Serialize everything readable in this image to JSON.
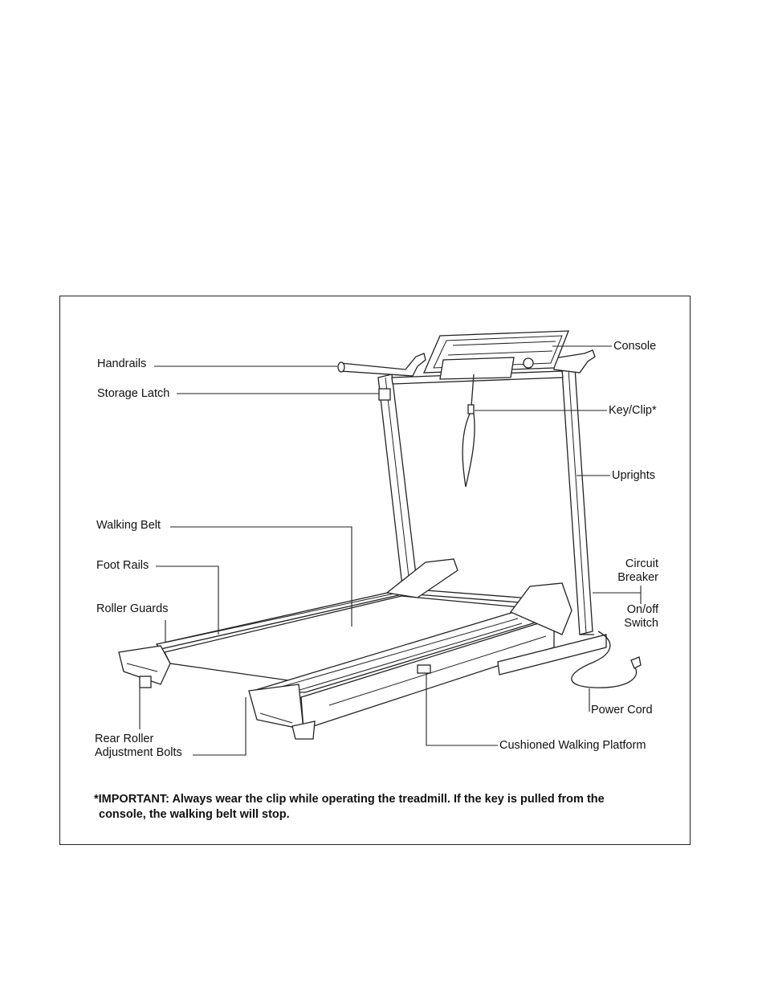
{
  "labels": {
    "console": "Console",
    "handrails": "Handrails",
    "storage_latch": "Storage Latch",
    "key_clip": "Key/Clip*",
    "uprights": "Uprights",
    "walking_belt": "Walking Belt",
    "foot_rails": "Foot Rails",
    "roller_guards": "Roller Guards",
    "circuit_breaker_1": "Circuit",
    "circuit_breaker_2": "Breaker",
    "onoff_1": "On/off",
    "onoff_2": "Switch",
    "power_cord": "Power Cord",
    "rear_roller_1": "Rear Roller",
    "rear_roller_2": "Adjustment Bolts",
    "platform": "Cushioned Walking Platform"
  },
  "note": {
    "line1": "*IMPORTANT: Always wear the clip while operating the treadmill. If the key is pulled from the",
    "line2": "console, the walking belt will stop."
  }
}
